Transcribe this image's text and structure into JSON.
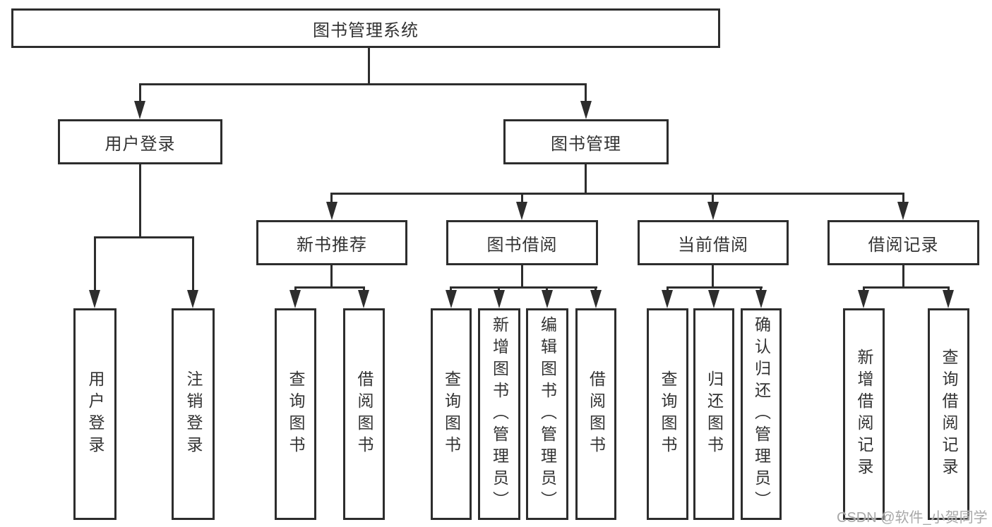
{
  "nodes": {
    "root": "图书管理系统",
    "level2": {
      "user_login": "用户登录",
      "book_management": "图书管理"
    },
    "level3": {
      "new_book_recommend": "新书推荐",
      "book_borrow": "图书借阅",
      "current_borrow": "当前借阅",
      "borrow_records": "借阅记录"
    },
    "leaves": {
      "user_login": [
        "用户登录",
        "注销登录"
      ],
      "new_book_recommend": [
        "查询图书",
        "借阅图书"
      ],
      "book_borrow": [
        "查询图书",
        "新增图书（管理员）",
        "编辑图书（管理员）",
        "借阅图书"
      ],
      "current_borrow": [
        "查询图书",
        "归还图书",
        "确认归还（管理员）"
      ],
      "borrow_records": [
        "新增借阅记录",
        "查询借阅记录"
      ]
    }
  },
  "watermark": "CSDN @软件_小贺同学",
  "colors": {
    "line": "#2d2d2d",
    "text": "#333333",
    "watermark": "#a8a8a8",
    "background": "#ffffff"
  }
}
